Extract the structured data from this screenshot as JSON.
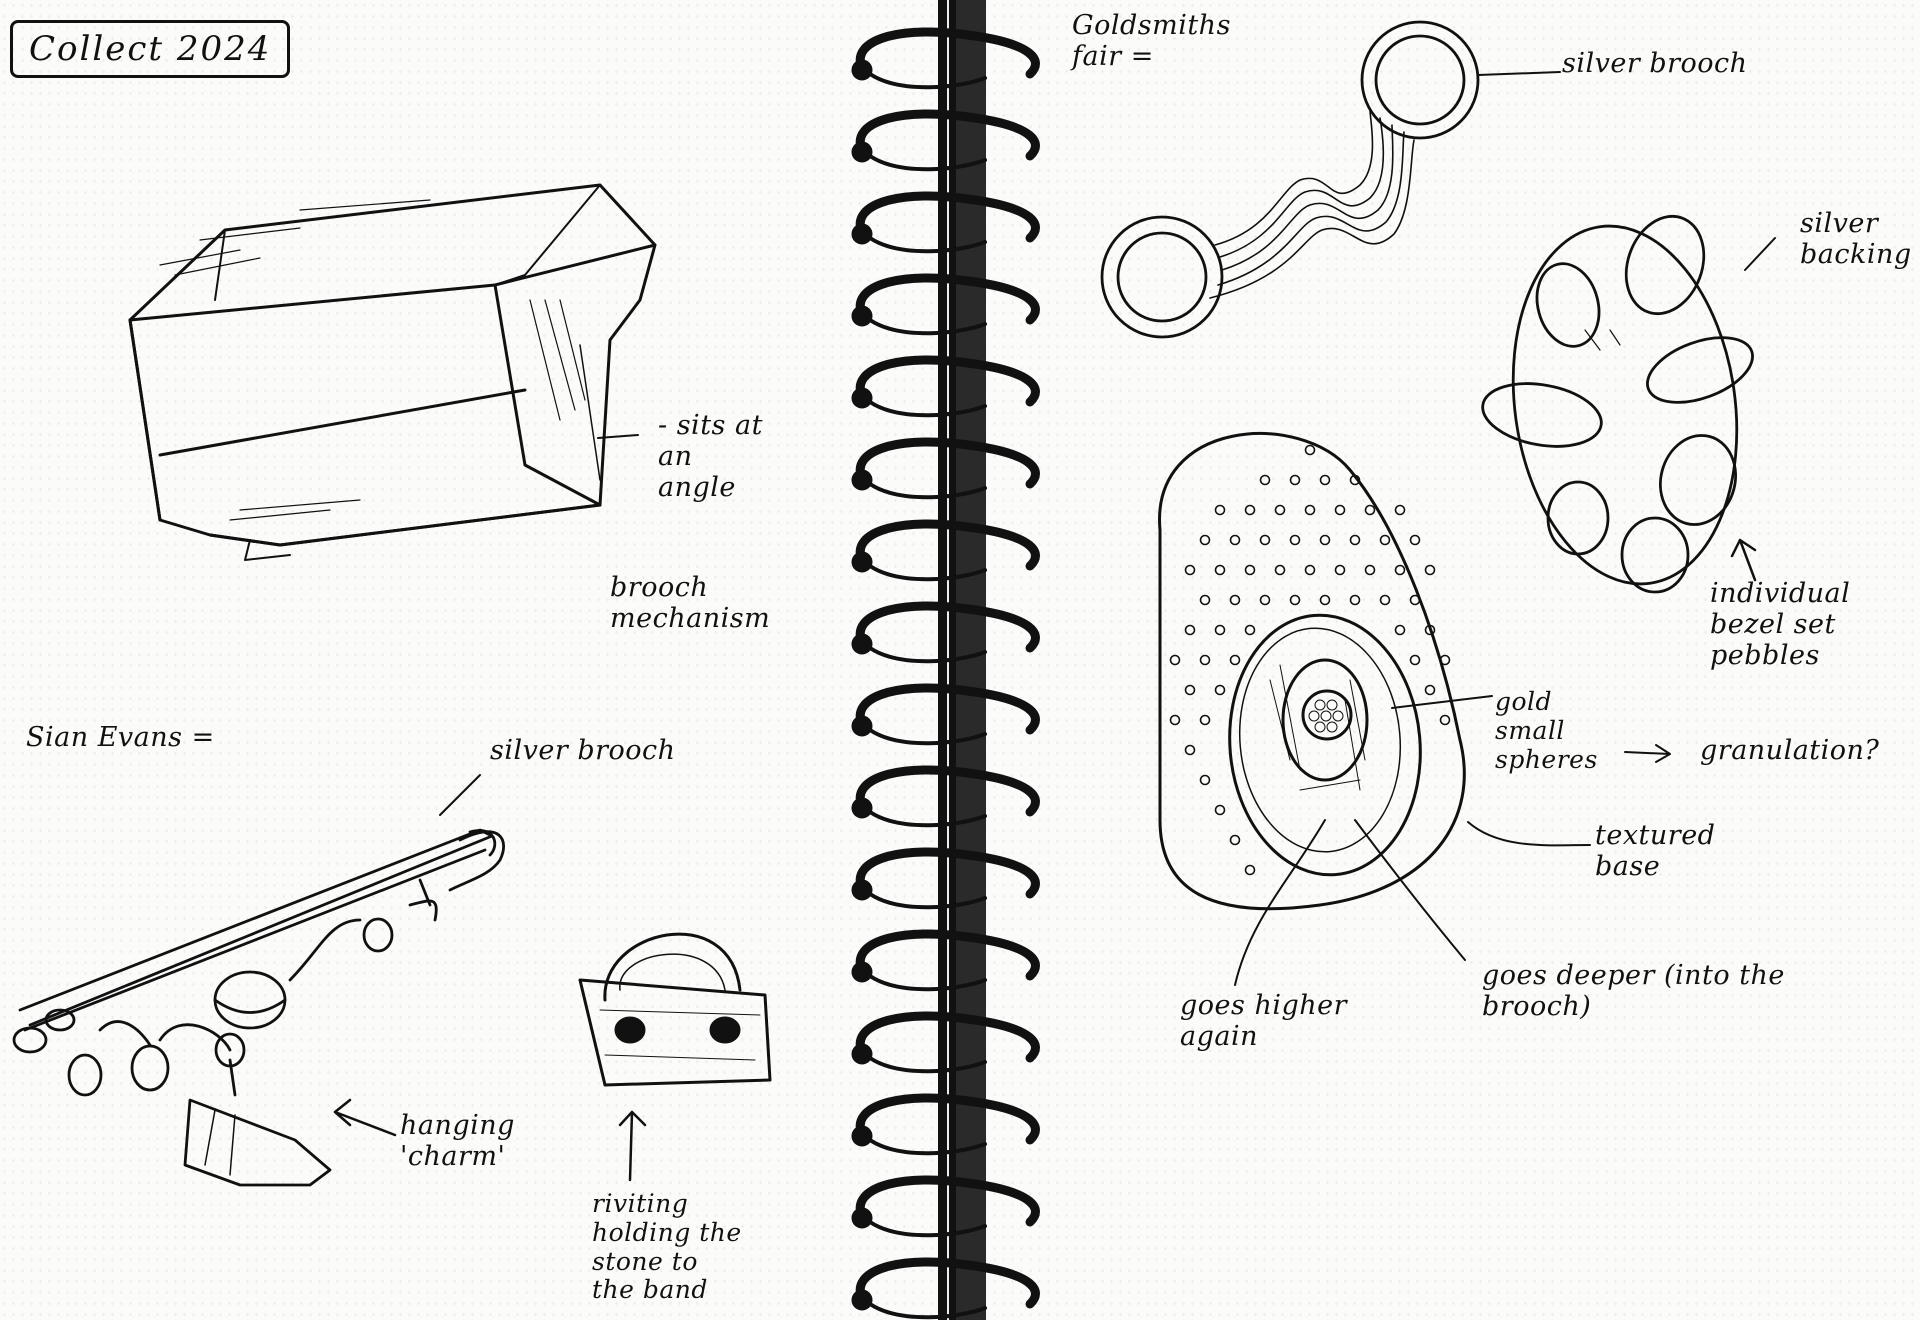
{
  "title": "Collect 2024",
  "left_page": {
    "box_brooch": {
      "note_angle": "- sits at\nan\nangle",
      "note_mechanism": "brooch\nmechanism"
    },
    "sian_evans": {
      "heading": "Sian Evans =",
      "note_silver_brooch": "silver brooch",
      "note_hanging_charm": "hanging\n'charm'",
      "note_riveting": "riviting\nholding the\nstone to\nthe band"
    }
  },
  "right_page": {
    "goldsmiths": {
      "heading": "Goldsmiths\nfair  =",
      "note_silver_brooch": "silver brooch"
    },
    "pebble_brooch": {
      "note_silver_backing": "silver\nbacking",
      "note_bezel": "individual\nbezel set\npebbles"
    },
    "granulation_brooch": {
      "note_gold_spheres": "gold\nsmall\nspheres",
      "note_granulation": "granulation?",
      "note_textured_base": "textured\nbase",
      "note_goes_higher": "goes higher\nagain",
      "note_goes_deeper": "goes deeper (into the\nbrooch)"
    }
  },
  "colors": {
    "ink": "#111111",
    "paper": "#fbfbfa"
  }
}
